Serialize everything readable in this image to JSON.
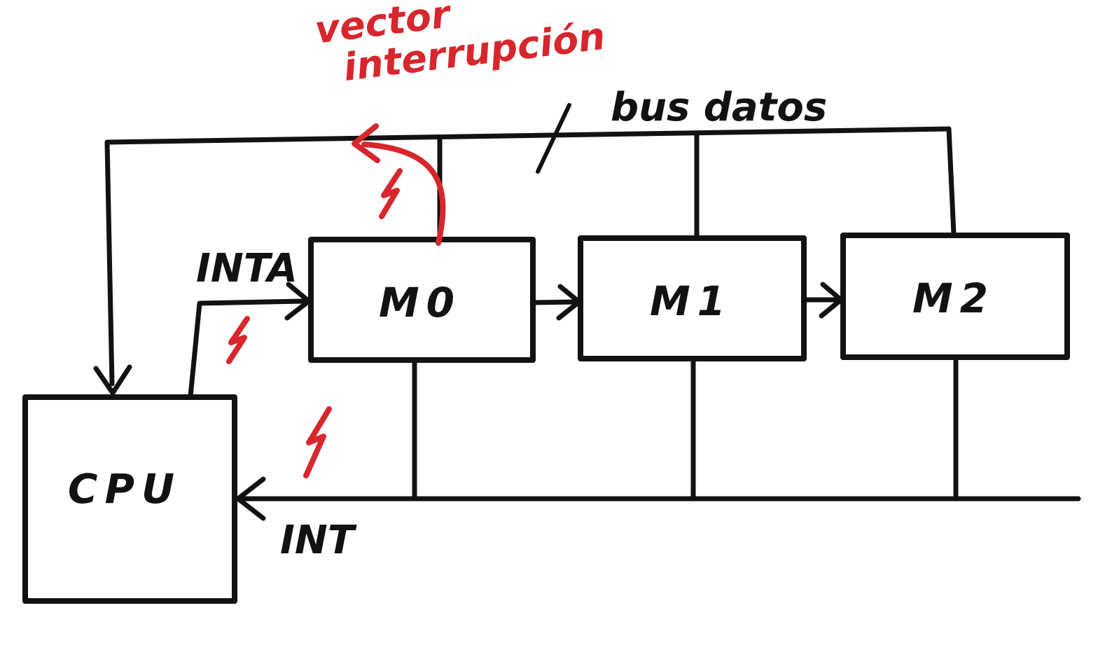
{
  "diagram": {
    "kind": "hand-drawn interrupt daisy-chain diagram",
    "blocks": {
      "cpu": {
        "label": "CPU"
      },
      "m0": {
        "label": "M0"
      },
      "m1": {
        "label": "M1"
      },
      "m2": {
        "label": "M2"
      }
    },
    "labels": {
      "bus_datos": "bus datos",
      "inta": "INTA",
      "int": "INT",
      "vector_line1": "vector",
      "vector_line2": "interrupción"
    },
    "colors": {
      "ink": "#121212",
      "accent_red": "#d7262c",
      "background": "#ffffff"
    }
  }
}
